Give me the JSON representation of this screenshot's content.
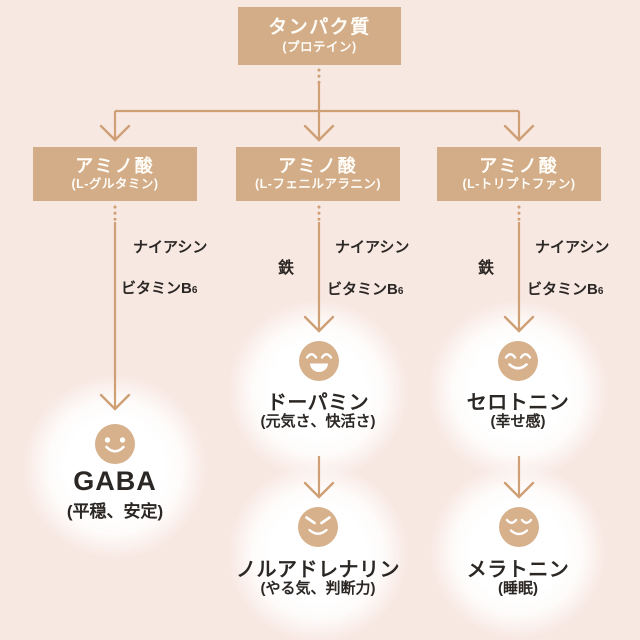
{
  "colors": {
    "background": "#f8e8e2",
    "box_fill": "#d3ac88",
    "box_text": "#fffdf8",
    "line": "#cf9f76",
    "face_fill": "#d7b08c",
    "face_features": "#ffffff",
    "label_text": "#2b2724",
    "halo": "#ffffff"
  },
  "root_box": {
    "title": "タンパク質",
    "subtitle": "(プロテイン)"
  },
  "branches": [
    {
      "box": {
        "title": "アミノ酸",
        "subtitle": "(L-グルタミン)"
      },
      "cofactors": {
        "iron": "",
        "niacin": "ナイアシン",
        "vitamin": "ビタミンB",
        "vitamin_sub": "6"
      },
      "nodes": [
        {
          "name": "GABA",
          "effect": "(平穏、安定)",
          "icon": "smiling-face-icon"
        }
      ]
    },
    {
      "box": {
        "title": "アミノ酸",
        "subtitle": "(L-フェニルアラニン)"
      },
      "cofactors": {
        "iron": "鉄",
        "niacin": "ナイアシン",
        "vitamin": "ビタミンB",
        "vitamin_sub": "6"
      },
      "nodes": [
        {
          "name": "ドーパミン",
          "effect": "(元気さ、快活さ)",
          "icon": "laughing-face-icon"
        },
        {
          "name": "ノルアドレナリン",
          "effect": "(やる気、判断力)",
          "icon": "determined-face-icon"
        }
      ]
    },
    {
      "box": {
        "title": "アミノ酸",
        "subtitle": "(L-トリプトファン)"
      },
      "cofactors": {
        "iron": "鉄",
        "niacin": "ナイアシン",
        "vitamin": "ビタミンB",
        "vitamin_sub": "6"
      },
      "nodes": [
        {
          "name": "セロトニン",
          "effect": "(幸せ感)",
          "icon": "content-face-icon"
        },
        {
          "name": "メラトニン",
          "effect": "(睡眠)",
          "icon": "sleeping-face-icon"
        }
      ]
    }
  ]
}
